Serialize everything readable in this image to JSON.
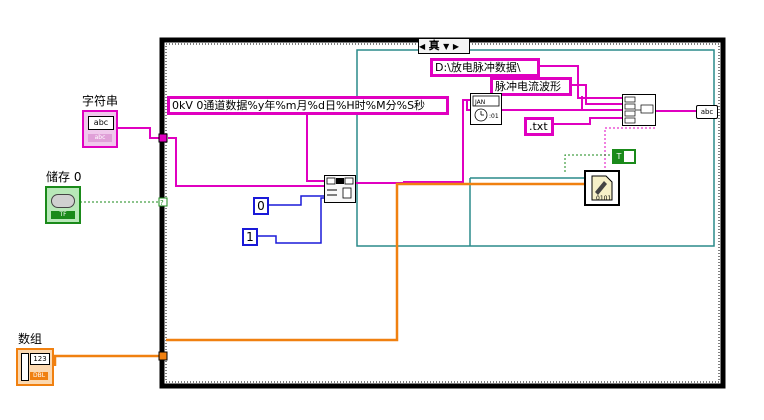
{
  "controls": {
    "string_label": "字符串",
    "save_label": "储存 0",
    "array_label": "数组",
    "string_type": "abc",
    "bool_type": "TF",
    "array_type": "DBL",
    "array_value": "123"
  },
  "case_structure": {
    "selector_value": "真",
    "left_arrow": "◀",
    "dropdown_arrow": "▼",
    "right_arrow": "▶"
  },
  "constants": {
    "format_string": "0kV 0通道数据%y年%m月%d日%H时%M分%S秒",
    "path_string": "D:\\放电脉冲数据\\",
    "name_string": "脉冲电流波形",
    "ext_string": ".txt",
    "zero": "0",
    "one": "1",
    "bool_true": "T"
  },
  "colors": {
    "string_wire": "#e000c0",
    "array_wire": "#f08010",
    "numeric_wire": "#1a1ad8",
    "bool_wire": "#1a8a1a",
    "sequence_frame": "#2a8a8a"
  },
  "icons": {
    "format_time": "format-date-time-icon",
    "get_time": "get-date-time-icon",
    "concat": "concatenate-strings-icon",
    "write_file": "write-spreadsheet-file-icon"
  }
}
